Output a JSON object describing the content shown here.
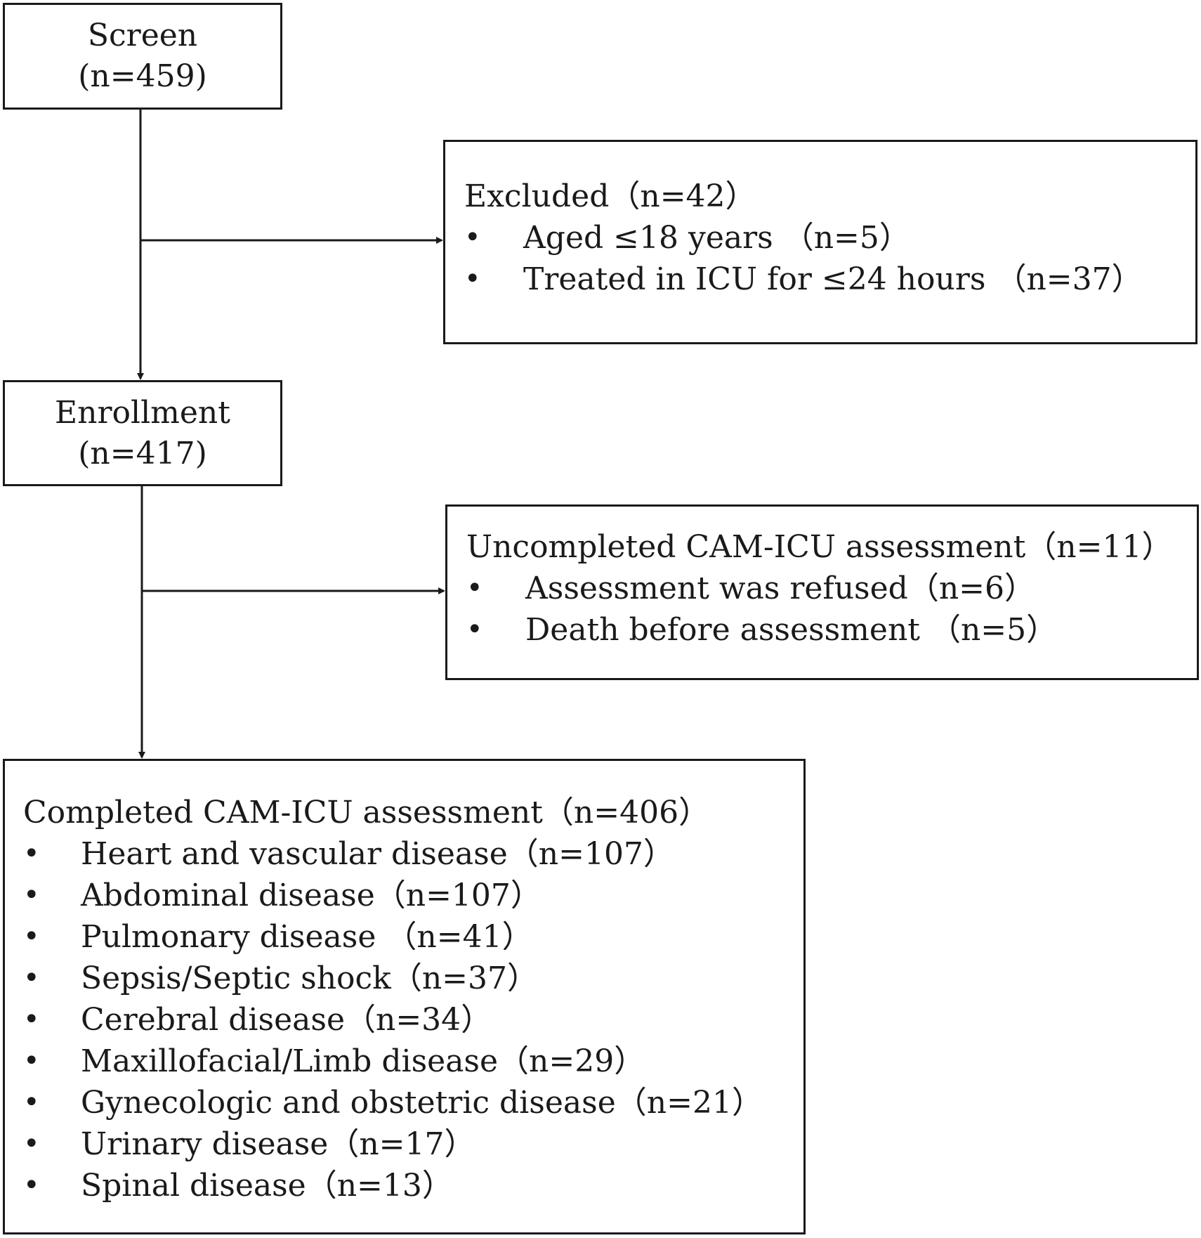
{
  "screen": {
    "title": "Screen",
    "count": "(n=459)"
  },
  "excluded": {
    "title": "Excluded（n=42）",
    "items": [
      {
        "label": "Aged ≤18 years （n=5）"
      },
      {
        "label": "Treated in ICU for ≤24 hours （n=37）"
      }
    ]
  },
  "enrollment": {
    "title": "Enrollment",
    "count": "(n=417)"
  },
  "uncompleted": {
    "title": "Uncompleted CAM-ICU assessment（n=11）",
    "items": [
      {
        "label": "Assessment was refused（n=6）"
      },
      {
        "label": "Death before assessment （n=5）"
      }
    ]
  },
  "completed": {
    "title": "Completed CAM-ICU assessment（n=406）",
    "items": [
      {
        "label": "Heart and vascular disease（n=107）"
      },
      {
        "label": "Abdominal disease（n=107）"
      },
      {
        "label": "Pulmonary disease （n=41）"
      },
      {
        "label": "Sepsis/Septic shock（n=37）"
      },
      {
        "label": "Cerebral disease（n=34）"
      },
      {
        "label": "Maxillofacial/Limb disease（n=29）"
      },
      {
        "label": "Gynecologic and obstetric disease（n=21）"
      },
      {
        "label": "Urinary disease（n=17）"
      },
      {
        "label": "Spinal disease（n=13）"
      }
    ]
  },
  "bullet_char": "•"
}
